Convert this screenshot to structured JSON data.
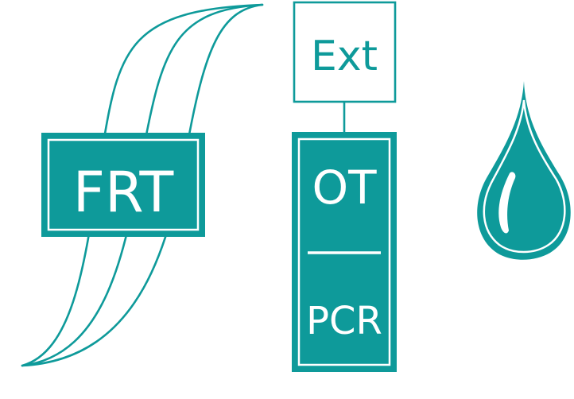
{
  "colors": {
    "teal": "#0E9A9A",
    "white": "#ffffff"
  },
  "frt_box": {
    "label": "FRT"
  },
  "ext_box": {
    "label": "Ext"
  },
  "ot_pcr_box": {
    "top_label": "OT",
    "bottom_label": "PCR"
  },
  "icons": {
    "curves": "sigmoid-curves-icon",
    "drop": "water-drop-icon"
  }
}
